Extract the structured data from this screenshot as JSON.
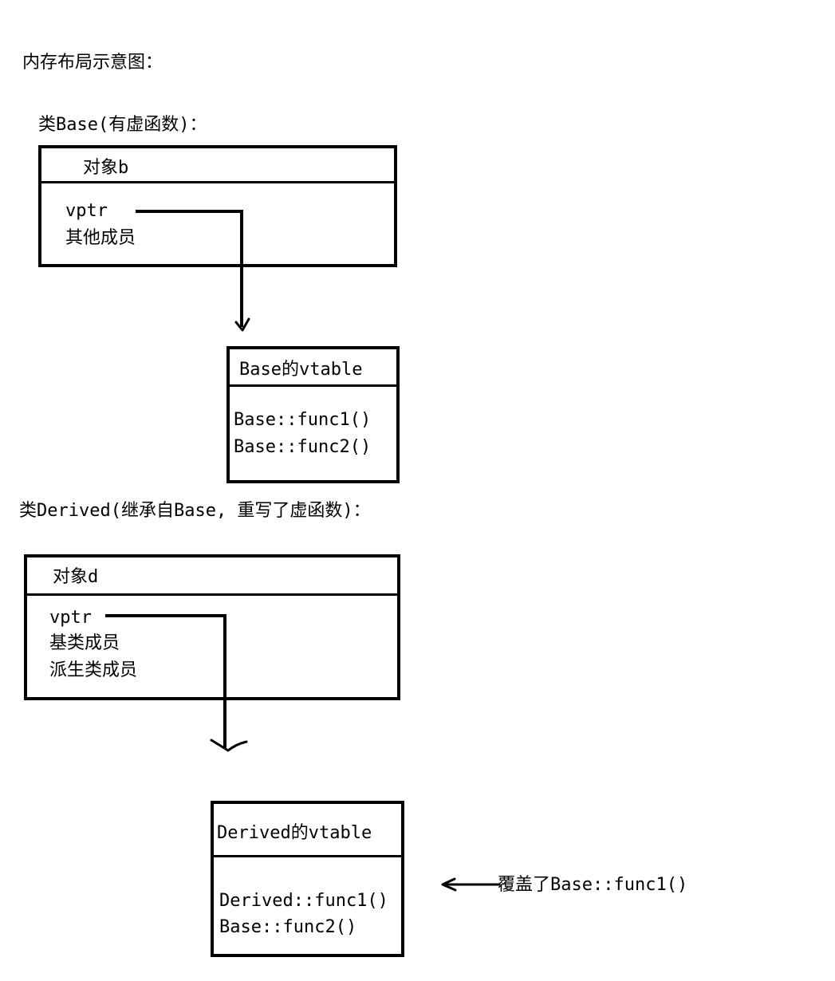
{
  "page_title": "内存布局示意图：",
  "section_base": {
    "heading": "类Base(有虚函数)：",
    "object_box": {
      "header": "对象b",
      "rows": [
        "vptr",
        "其他成员"
      ]
    },
    "vtable_box": {
      "header": "Base的vtable",
      "rows": [
        "Base::func1()",
        "Base::func2()"
      ]
    }
  },
  "section_derived": {
    "heading": "类Derived(继承自Base, 重写了虚函数)：",
    "object_box": {
      "header": "对象d",
      "rows": [
        "vptr",
        "基类成员",
        "派生类成员"
      ]
    },
    "vtable_box": {
      "header": "Derived的vtable",
      "rows": [
        "Derived::func1()",
        "Base::func2()"
      ]
    },
    "annotation": "覆盖了Base::func1()"
  }
}
